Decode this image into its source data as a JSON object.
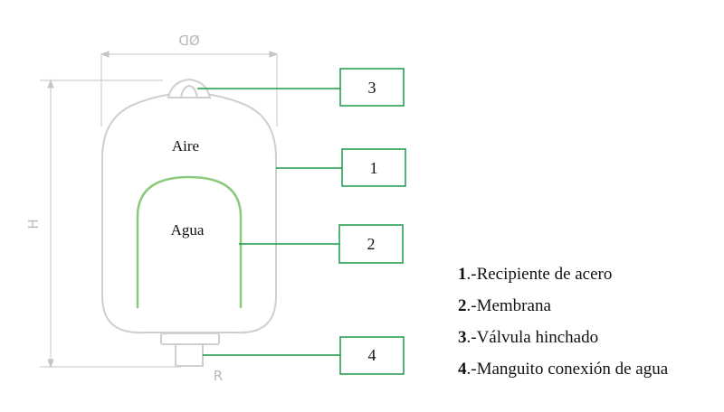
{
  "dimensions": {
    "diameter": "ØD",
    "height": "H",
    "connection": "R"
  },
  "labels": {
    "air": "Aire",
    "water": "Agua"
  },
  "callouts": [
    "3",
    "1",
    "2",
    "4"
  ],
  "legend": [
    {
      "number": "1",
      "text": ".-Recipiente de acero"
    },
    {
      "number": "2",
      "text": ".-Membrana"
    },
    {
      "number": "3",
      "text": ".-Válvula hinchado"
    },
    {
      "number": "4",
      "text": ".-Manguito conexión de agua"
    }
  ],
  "colors": {
    "callout": "#1a9a4a",
    "membrane": "#8cc97a",
    "outline": "#cfcfcf",
    "dimension": "#c4c4c4"
  }
}
